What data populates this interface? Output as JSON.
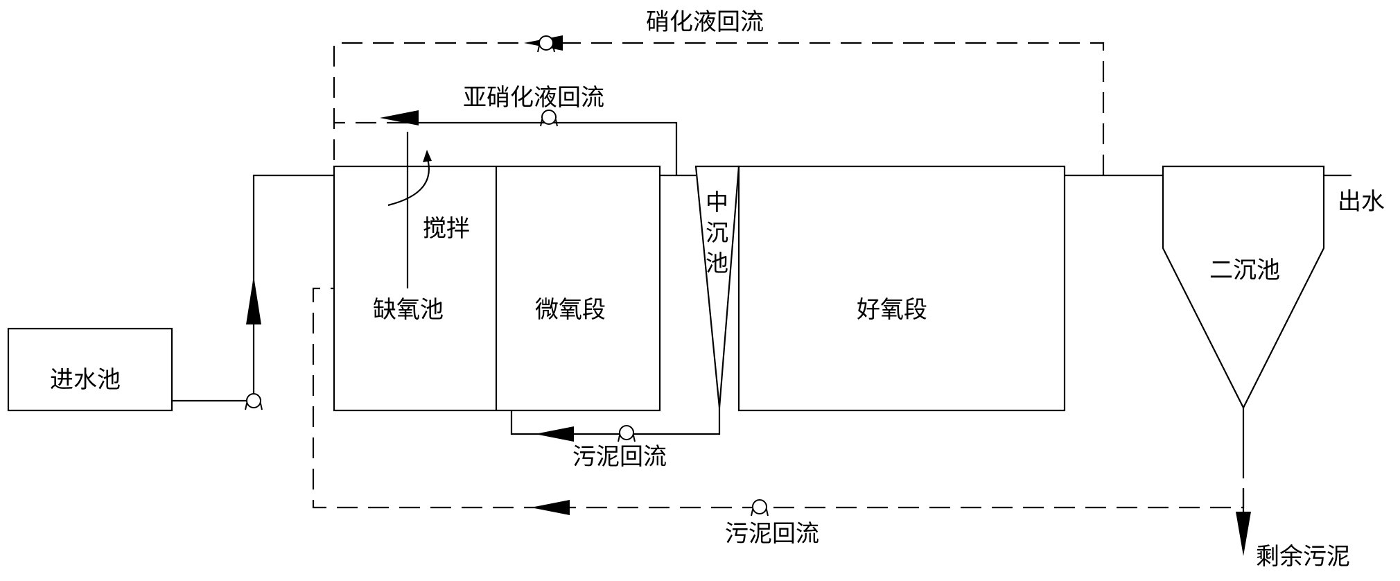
{
  "units": {
    "inlet_tank": "进水池",
    "anoxic_tank": "缺氧池",
    "micro_aerobic_section": "微氧段",
    "middle_settling_tank": "中\n沉\n池",
    "aerobic_section": "好氧段",
    "secondary_clarifier": "二沉池"
  },
  "annotations": {
    "stirring": "搅拌",
    "effluent": "出水",
    "excess_sludge": "剩余污泥"
  },
  "flows": {
    "nitrification_liquid_return": "硝化液回流",
    "nitrite_liquid_return": "亚硝化液回流",
    "sludge_return_middle": "污泥回流",
    "sludge_return_outer": "污泥回流"
  }
}
